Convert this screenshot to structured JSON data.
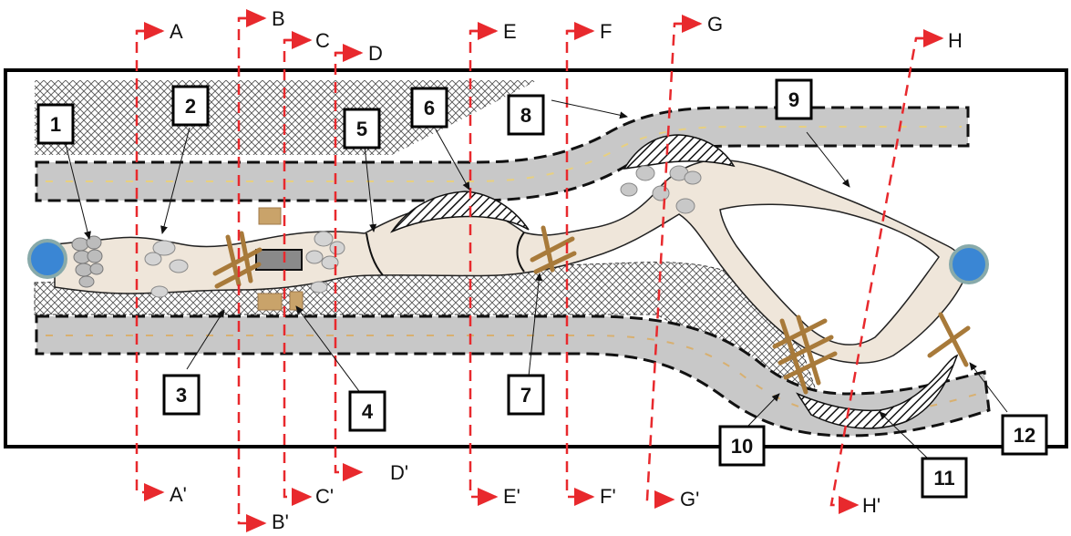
{
  "sections": [
    {
      "top": "A",
      "bottom": "A'"
    },
    {
      "top": "B",
      "bottom": "B'"
    },
    {
      "top": "C",
      "bottom": "C'"
    },
    {
      "top": "D",
      "bottom": "D'"
    },
    {
      "top": "E",
      "bottom": "E'"
    },
    {
      "top": "F",
      "bottom": "F'"
    },
    {
      "top": "G",
      "bottom": "G'"
    },
    {
      "top": "H",
      "bottom": "H'"
    }
  ],
  "callouts": [
    "1",
    "2",
    "3",
    "4",
    "5",
    "6",
    "7",
    "8",
    "9",
    "10",
    "11",
    "12"
  ],
  "colors": {
    "section_line": "#e8292d",
    "road": "#c8c8c8",
    "road_mark": "#e8d080",
    "channel": "#efe6da",
    "debris_pile": "#bcbcbc",
    "barrier": "#a87a3a",
    "rubble_block": "#c9a36a",
    "water_node": "#3a86d4",
    "frame": "#000000"
  }
}
